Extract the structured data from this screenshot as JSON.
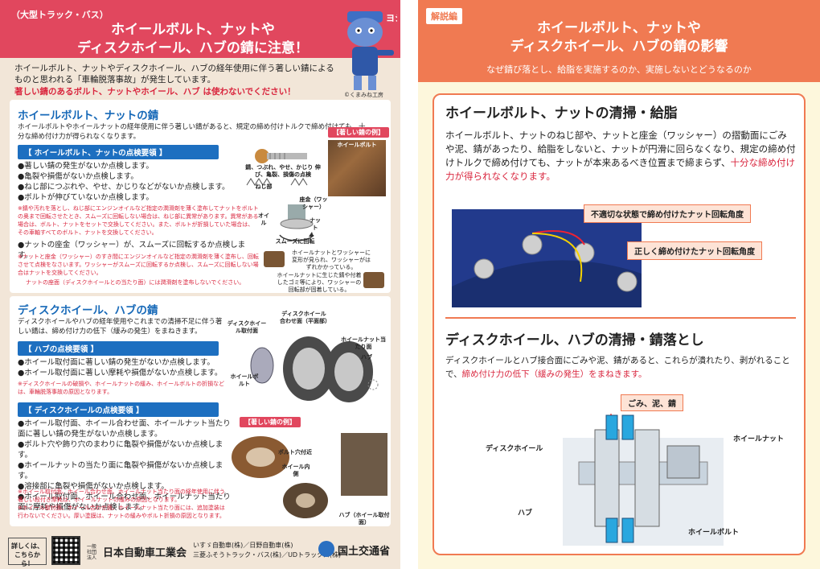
{
  "left": {
    "tag": "（大型トラック・バス）",
    "title1": "ホイールボルト、ナットや",
    "title2": "ディスクホイール、ハブの錆に注意！",
    "mascot_shout": "ヨシ！",
    "intro": "ホイールボルト、ナットやディスクホイール、ハブの経年使用に伴う著しい錆によるものと思われる「車輪脱落事故」が発生しています。",
    "warning": "著しい錆のあるボルト、ナットやホイール、ハブ は使わないでください！",
    "copyright": "©くまみね工房",
    "s1": {
      "title": "ホイールボルト、ナットの錆",
      "desc": "ホイールボルトやホイールナットの経年使用に伴う著しい錆があると、規定の締め付けトルクで締め付けても、十分な締め付け力が得られなくなります。",
      "band": "【 ホイールボルト、ナットの点検要領 】",
      "items": [
        "●著しい錆の発生がないか点検します。",
        "●亀裂や損傷がないか点検します。",
        "●ねじ部につぶれや、やせ、かじりなどがないか点検します。",
        "●ボルトが伸びていないか点検します。"
      ],
      "note1": "※錆や汚れを落とし、ねじ部にエンジンオイルなど指定の潤滑剤を薄く塗布してナットをボルトの奥まで回転させたとき、スムーズに回転しない場合は、ねじ部に異常があります。異常がある場合は、ボルト、ナットをセットで交換してください。また、ボルトが折損していた場合は、その車軸すべてのボルト、ナットを交換してください。",
      "item5": "●ナットの座金（ワッシャー）が、スムーズに回転するか点検します。",
      "note2": "※ナットと座金（ワッシャー）のすき間にエンジンオイルなど指定の潤滑剤を薄く塗布し、回転させて点検をなさいます。ワッシャーがスムーズに回転するか点検し、スムーズに回転しない場合はナットを交換してください。",
      "note3": "ナットの座面（ディスクホイールとの当たり面）には潤滑剤を塗布しないでください。",
      "rust": "【著しい錆の例】",
      "bolt": "ホイールボルト",
      "bolt_cap": "錆、つぶれ、やせ、かじり\n伸び、亀裂、損傷の点検",
      "thread": "ねじ部",
      "washer": "座金（ワッシャー）",
      "oil": "オイル",
      "nut": "ナット",
      "smooth": "スムーズに回転",
      "nut_rust": "ホイールナットとワッシャーに変形が見られ、ワッシャーがはずれかかっている。",
      "nut_rust2": "ホイールナットに生じた錆や付着したゴミ等により、ワッシャーの回転部が固着している。"
    },
    "s2": {
      "title": "ディスクホイール、ハブの錆",
      "desc": "ディスクホイールやハブの経年使用やこれまでの清掃不足に伴う著しい錆は、締め付け力の低下（緩みの発生）をまねきます。",
      "band1": "【 ハブの点検要領 】",
      "items1": [
        "●ホイール取付面に著しい錆の発生がないか点検します。",
        "●ホイール取付面に著しい摩耗や損傷がないか点検します。"
      ],
      "note1": "※ディスクホイールの破損や、ホイールナットの緩み、ホイールボルトの折損などは、車輪脱落事故の原因となります。",
      "band2": "【 ディスクホイールの点検要領 】",
      "items2": [
        "●ホイール取付面、ホイール合わせ面、ホイールナット当たり面に著しい錆の発生がないか点検します。",
        "●ボルト穴や飾り穴のまわりに亀裂や損傷がないか点検します。",
        "●ホイールナットの当たり面に亀裂や損傷がないか点検します。",
        "●溶接部に亀裂や損傷がないか点検します。",
        "●ホイール取付面、ホイール合わせ面、ホイールナット当たり面に摩耗や損傷がないか点検します。"
      ],
      "note2": "※ホイール取付面、ホイール合わせ面、ホイールナット当たり面の経年使用に伴う著しい段付き摩耗は、ホイールナットの緩みの原因となります。",
      "note3": "※ホイール取付面、ホイール合わせ面、ホイールナット当たり面には、追加塗装は行わないでください。厚い塗膜は、ナットの緩みやボルト折損の原因となります。",
      "lbl_disc": "ディスクホイール取付面",
      "lbl_mate": "ディスクホイール合わせ面（平面部）",
      "lbl_nut": "ホイールナット当たり面",
      "lbl_hubbolt": "ホイールボルト",
      "lbl_hub": "ハブ",
      "rust": "【著しい錆の例】",
      "bolthole": "ボルト穴付近",
      "inner": "ホイール内側",
      "hubcap": "ハブ（ホイール取付面）"
    },
    "footer": {
      "ask": "詳しくは、こちらから！",
      "org_small": "一般社団法人",
      "org": "日本自動車工業会",
      "makers1": "いすゞ自動車(株)／日野自動車(株)",
      "makers2": "三菱ふそうトラック・バス(株)／UDトラックス(株)",
      "ministry": "国土交通省"
    }
  },
  "right": {
    "badge": "解説編",
    "title1": "ホイールボルト、ナットや",
    "title2": "ディスクホイール、ハブの錆の影響",
    "subtitle": "なぜ錆び落とし、給脂を実施するのか、実施しないとどうなるのか",
    "h1": "ホイールボルト、ナットの清掃・給脂",
    "p1": "ホイールボルト、ナットのねじ部や、ナットと座金（ワッシャー）の摺動面にごみや泥、錆があったり、給脂をしないと、ナットが円滑に回らなくなり、規定の締め付けトルクで締め付けても、ナットが本来あるべき位置まで締まらず、",
    "p1_red": "十分な締め付け力が得られなくなります。",
    "call1": "不適切な状態で締め付けたナット回転角度",
    "call2": "正しく締め付けたナット回転角度",
    "h2": "ディスクホイール、ハブの清掃・錆落とし",
    "p2": "ディスクホイールとハブ接合面にごみや泥、錆があると、これらが潰れたり、剥がれることで、",
    "p2_red": "締め付け力の低下（緩みの発生）をまねきます。",
    "dirt": "ごみ、泥、錆",
    "d_disc": "ディスクホイール",
    "d_nut": "ホイールナット",
    "d_hub": "ハブ",
    "d_bolt": "ホイールボルト"
  }
}
